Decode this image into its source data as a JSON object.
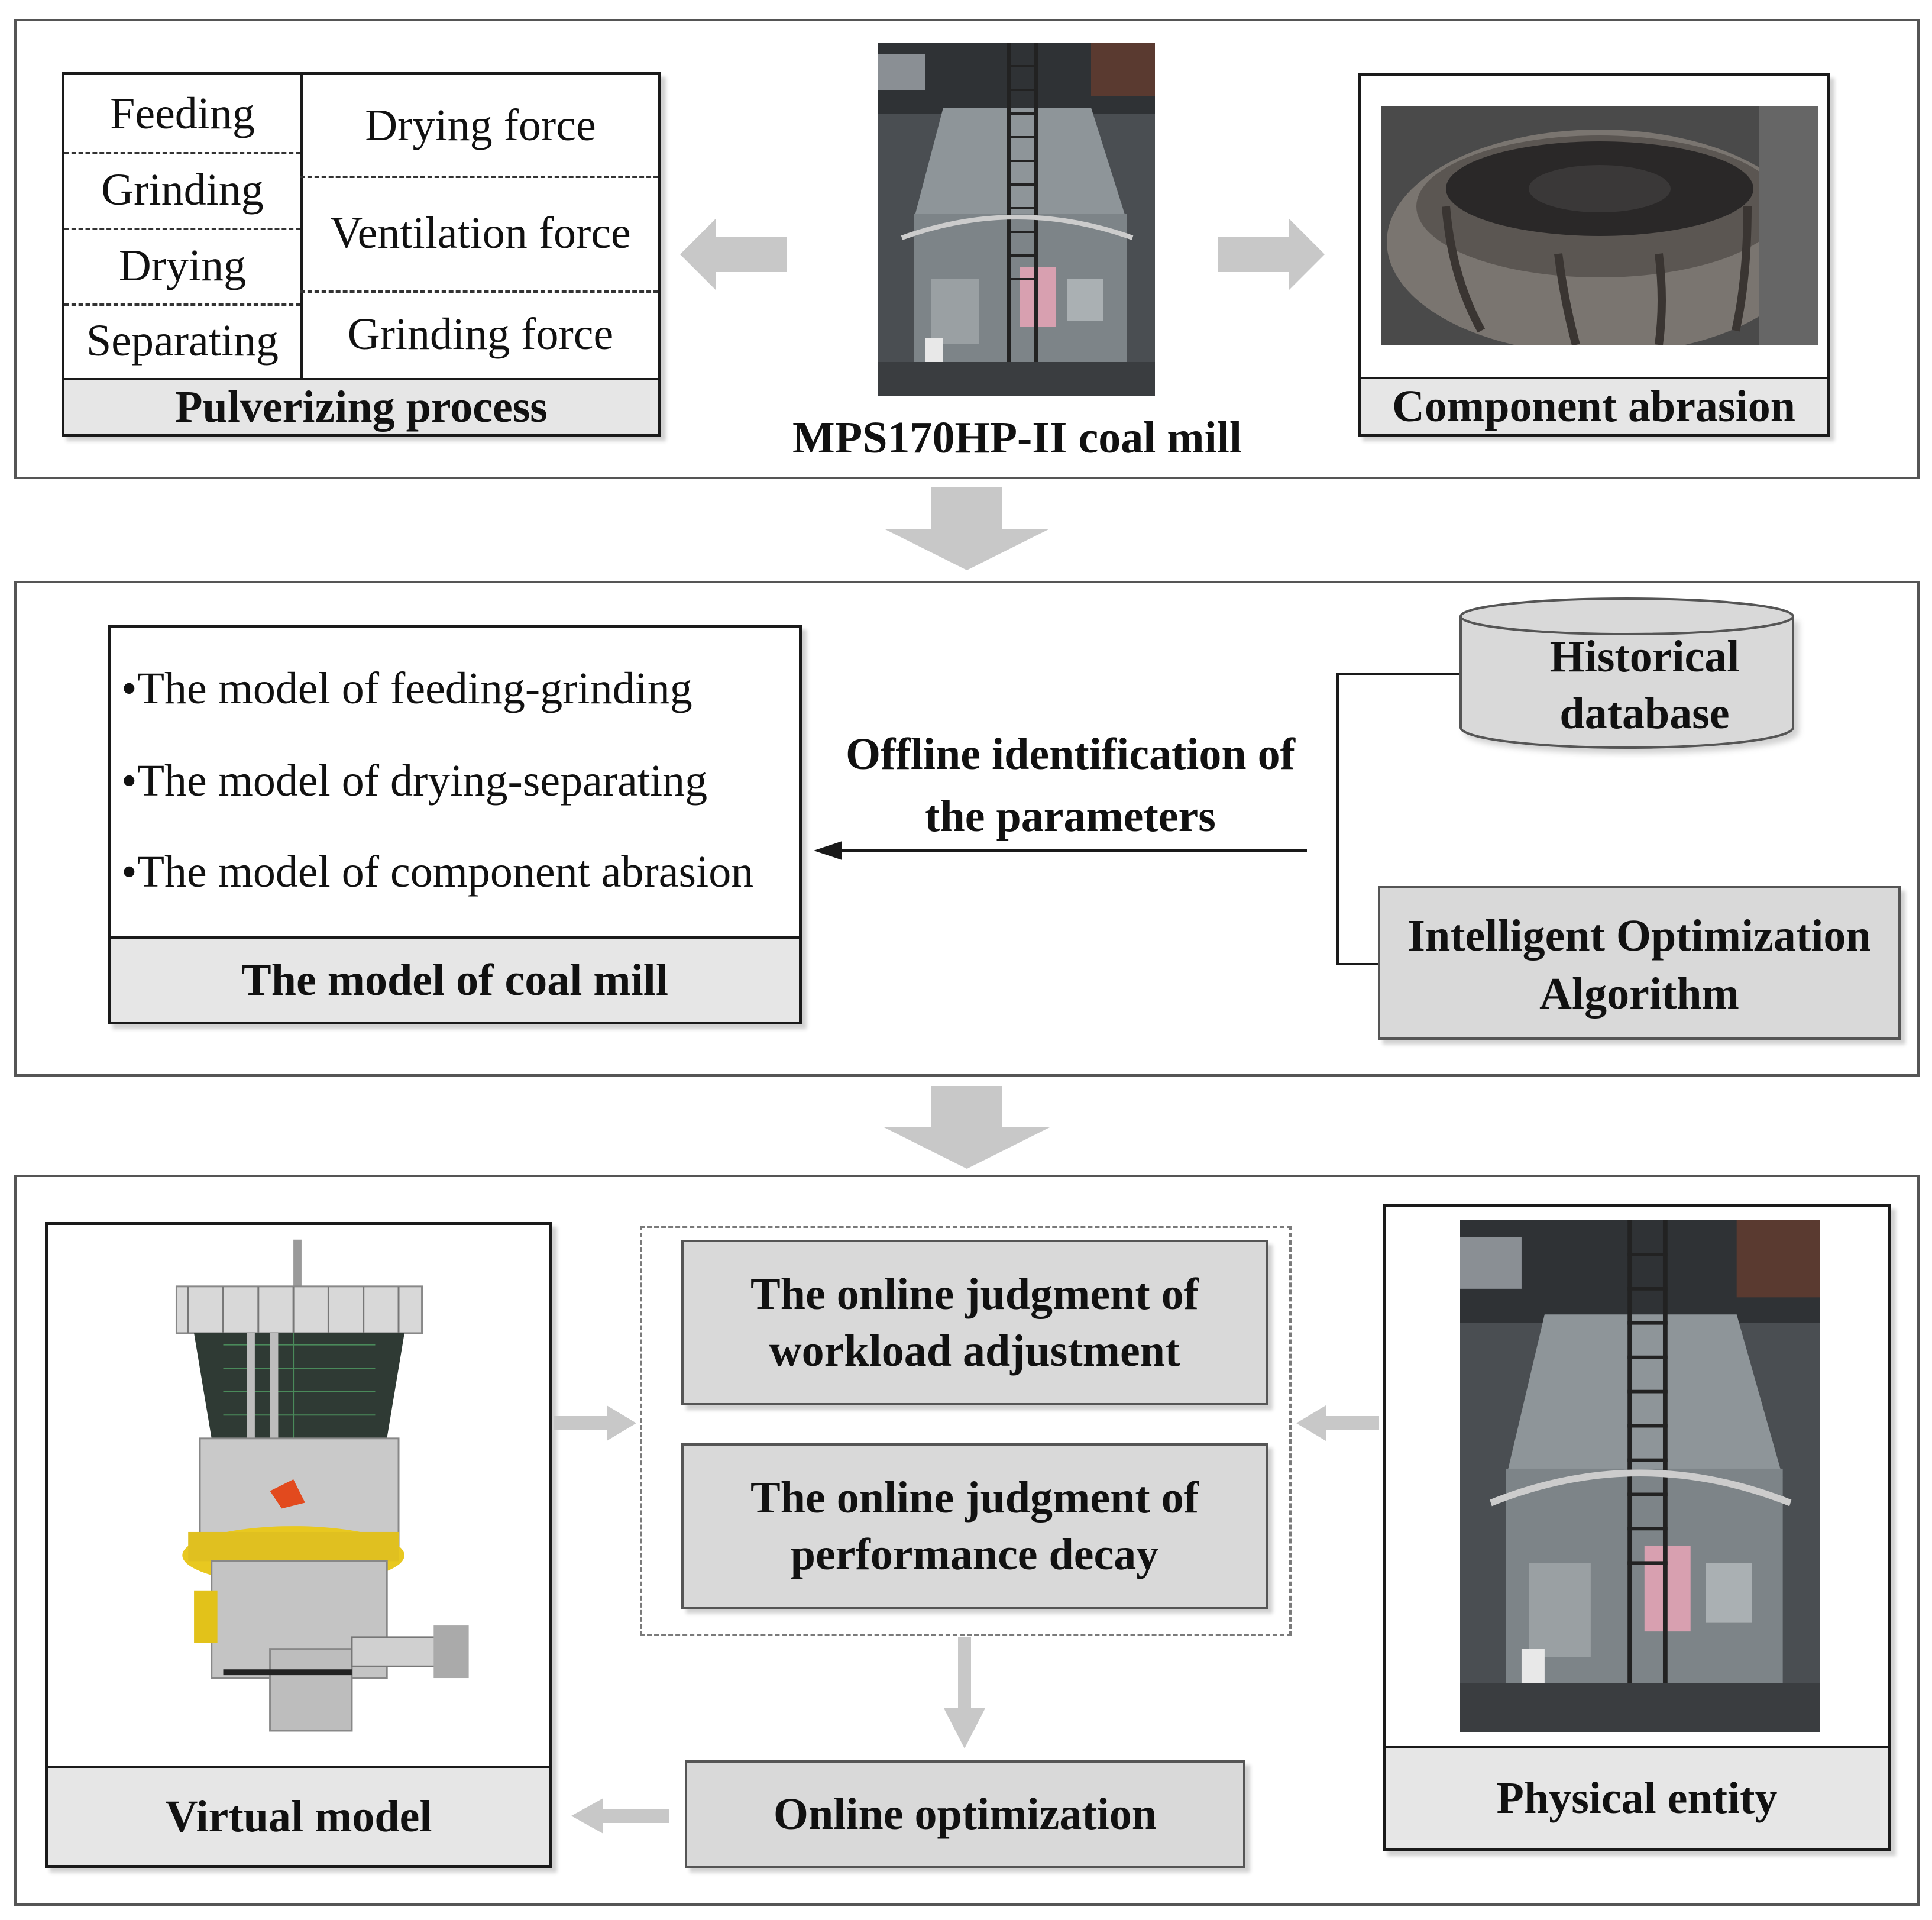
{
  "top": {
    "pulverizing": {
      "stages": [
        "Feeding",
        "Grinding",
        "Drying",
        "Separating"
      ],
      "forces": [
        "Drying force",
        "Ventilation force",
        "Grinding force"
      ],
      "title": "Pulverizing process"
    },
    "mill_caption": "MPS170HP-II coal mill",
    "abrasion_title": "Component abrasion"
  },
  "middle": {
    "model_items": [
      "•The model of feeding-grinding",
      "•The model of drying-separating",
      "•The model of component abrasion"
    ],
    "model_title": "The model of coal mill",
    "offline_line1": "Offline identification of",
    "offline_line2": "the parameters",
    "database_line1": "Historical",
    "database_line2": "database",
    "algorithm_line1": "Intelligent Optimization",
    "algorithm_line2": "Algorithm"
  },
  "bottom": {
    "virtual_model": "Virtual model",
    "judgment_workload_line1": "The online judgment of",
    "judgment_workload_line2": "workload adjustment",
    "judgment_decay_line1": "The online judgment of",
    "judgment_decay_line2": "performance decay",
    "online_optimization": "Online optimization",
    "physical_entity": "Physical entity"
  },
  "colors": {
    "arrow_grey": "#c8c8c8",
    "box_grey": "#d9d9d9",
    "title_bar_grey": "#e6e6e6",
    "border_dark": "#1a1a1a"
  }
}
